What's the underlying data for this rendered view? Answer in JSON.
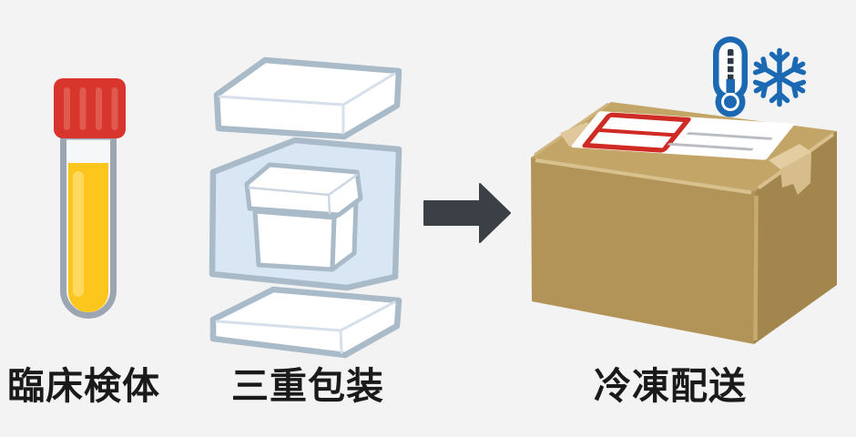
{
  "steps": [
    {
      "name": "clinical-specimen",
      "label": "臨床検体",
      "icon": "test-tube-icon"
    },
    {
      "name": "triple-packaging",
      "label": "三重包装",
      "icon": "triple-packaging-icon"
    },
    {
      "name": "frozen-delivery",
      "label": "冷凍配送",
      "icon": "cardboard-box-icon"
    }
  ],
  "connector": {
    "icon": "arrow-right-icon"
  },
  "shipping_badges": [
    {
      "icon": "thermometer-icon"
    },
    {
      "icon": "snowflake-icon"
    }
  ],
  "colors": {
    "background": "#f3f3f4",
    "text": "#1a1a1a",
    "cap_red": "#d8352c",
    "cap_ridge_red": "#e15a4f",
    "specimen_yellow": "#fcc61d",
    "specimen_highlight": "#fdd95f",
    "tube_outline": "#9ba6b2",
    "packaging_outline": "#a9bac8",
    "packaging_blue": "#d9e7f4",
    "arrow_dark": "#3b4046",
    "box_top": "#c3a567",
    "box_front": "#b29458",
    "box_side": "#a2864e",
    "box_edge_highlight": "#d8c18d",
    "tape_beige": "#e3cda1",
    "label_white": "#ffffff",
    "label_frame_red": "#cf2b24",
    "label_line_gray": "#b9bcc2",
    "cold_blue": "#1b69b3"
  }
}
